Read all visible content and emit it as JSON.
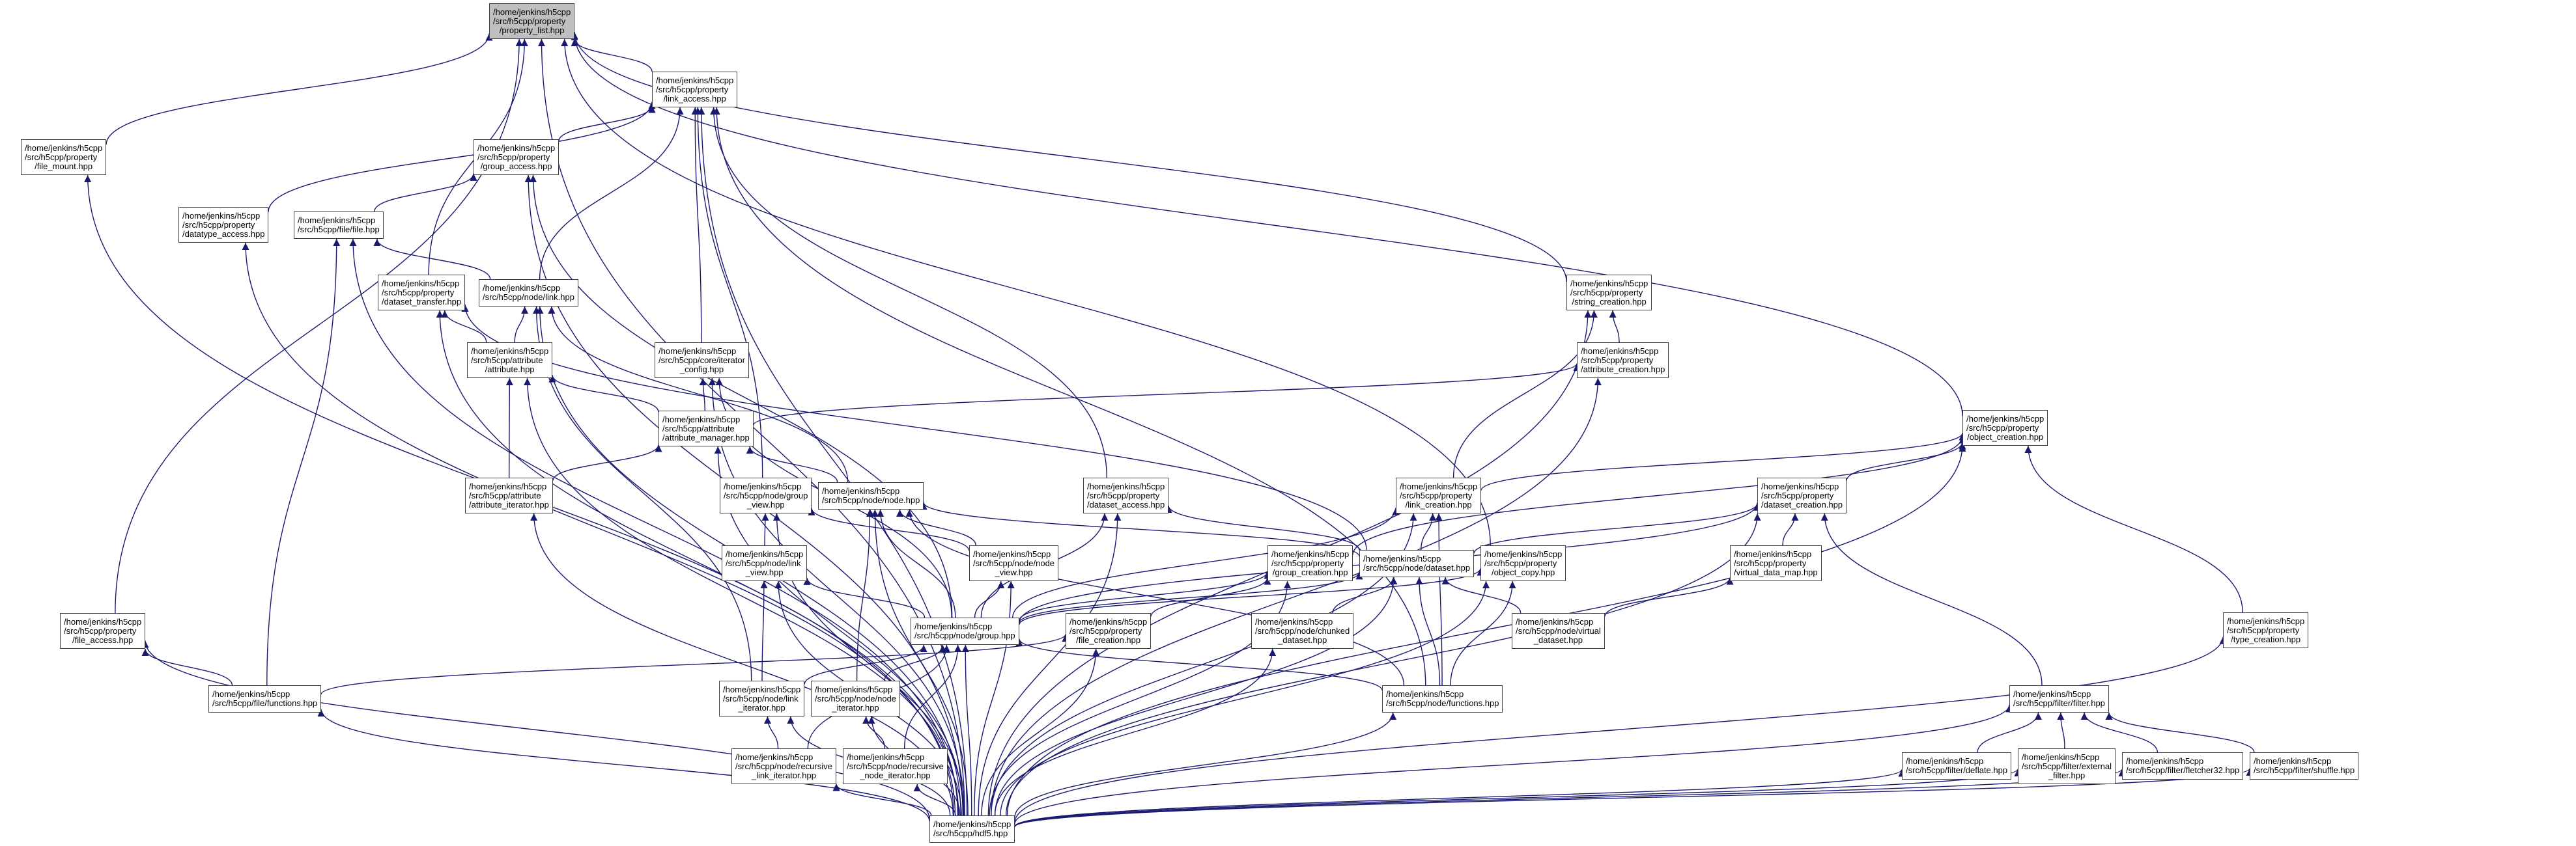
{
  "graph": {
    "edge_color": "#191970",
    "root_fill": "#bfbfbf",
    "nodes": [
      {
        "id": "property_list",
        "lines": [
          "/home/jenkins/h5cpp",
          "/src/h5cpp/property",
          "/property_list.hpp"
        ],
        "root": true
      },
      {
        "id": "link_access",
        "lines": [
          "/home/jenkins/h5cpp",
          "/src/h5cpp/property",
          "/link_access.hpp"
        ]
      },
      {
        "id": "file_mount",
        "lines": [
          "/home/jenkins/h5cpp",
          "/src/h5cpp/property",
          "/file_mount.hpp"
        ]
      },
      {
        "id": "group_access",
        "lines": [
          "/home/jenkins/h5cpp",
          "/src/h5cpp/property",
          "/group_access.hpp"
        ]
      },
      {
        "id": "datatype_access",
        "lines": [
          "/home/jenkins/h5cpp",
          "/src/h5cpp/property",
          "/datatype_access.hpp"
        ]
      },
      {
        "id": "file",
        "lines": [
          "/home/jenkins/h5cpp",
          "/src/h5cpp/file/file.hpp"
        ]
      },
      {
        "id": "dataset_transfer",
        "lines": [
          "/home/jenkins/h5cpp",
          "/src/h5cpp/property",
          "/dataset_transfer.hpp"
        ]
      },
      {
        "id": "link",
        "lines": [
          "/home/jenkins/h5cpp",
          "/src/h5cpp/node/link.hpp"
        ]
      },
      {
        "id": "attribute",
        "lines": [
          "/home/jenkins/h5cpp",
          "/src/h5cpp/attribute",
          "/attribute.hpp"
        ]
      },
      {
        "id": "iterator_config",
        "lines": [
          "/home/jenkins/h5cpp",
          "/src/h5cpp/core/iterator",
          "_config.hpp"
        ]
      },
      {
        "id": "string_creation",
        "lines": [
          "/home/jenkins/h5cpp",
          "/src/h5cpp/property",
          "/string_creation.hpp"
        ]
      },
      {
        "id": "attribute_creation",
        "lines": [
          "/home/jenkins/h5cpp",
          "/src/h5cpp/property",
          "/attribute_creation.hpp"
        ]
      },
      {
        "id": "attribute_manager",
        "lines": [
          "/home/jenkins/h5cpp",
          "/src/h5cpp/attribute",
          "/attribute_manager.hpp"
        ]
      },
      {
        "id": "object_creation",
        "lines": [
          "/home/jenkins/h5cpp",
          "/src/h5cpp/property",
          "/object_creation.hpp"
        ]
      },
      {
        "id": "attribute_iterator",
        "lines": [
          "/home/jenkins/h5cpp",
          "/src/h5cpp/attribute",
          "/attribute_iterator.hpp"
        ]
      },
      {
        "id": "group_view",
        "lines": [
          "/home/jenkins/h5cpp",
          "/src/h5cpp/node/group",
          "_view.hpp"
        ]
      },
      {
        "id": "node",
        "lines": [
          "/home/jenkins/h5cpp",
          "/src/h5cpp/node/node.hpp"
        ]
      },
      {
        "id": "dataset_access",
        "lines": [
          "/home/jenkins/h5cpp",
          "/src/h5cpp/property",
          "/dataset_access.hpp"
        ]
      },
      {
        "id": "link_creation",
        "lines": [
          "/home/jenkins/h5cpp",
          "/src/h5cpp/property",
          "/link_creation.hpp"
        ]
      },
      {
        "id": "dataset_creation",
        "lines": [
          "/home/jenkins/h5cpp",
          "/src/h5cpp/property",
          "/dataset_creation.hpp"
        ]
      },
      {
        "id": "link_view",
        "lines": [
          "/home/jenkins/h5cpp",
          "/src/h5cpp/node/link",
          "_view.hpp"
        ]
      },
      {
        "id": "node_view",
        "lines": [
          "/home/jenkins/h5cpp",
          "/src/h5cpp/node/node",
          "_view.hpp"
        ]
      },
      {
        "id": "group_creation",
        "lines": [
          "/home/jenkins/h5cpp",
          "/src/h5cpp/property",
          "/group_creation.hpp"
        ]
      },
      {
        "id": "dataset",
        "lines": [
          "/home/jenkins/h5cpp",
          "/src/h5cpp/node/dataset.hpp"
        ]
      },
      {
        "id": "object_copy",
        "lines": [
          "/home/jenkins/h5cpp",
          "/src/h5cpp/property",
          "/object_copy.hpp"
        ]
      },
      {
        "id": "virtual_data_map",
        "lines": [
          "/home/jenkins/h5cpp",
          "/src/h5cpp/property",
          "/virtual_data_map.hpp"
        ]
      },
      {
        "id": "file_access",
        "lines": [
          "/home/jenkins/h5cpp",
          "/src/h5cpp/property",
          "/file_access.hpp"
        ]
      },
      {
        "id": "group",
        "lines": [
          "/home/jenkins/h5cpp",
          "/src/h5cpp/node/group.hpp"
        ]
      },
      {
        "id": "file_creation",
        "lines": [
          "/home/jenkins/h5cpp",
          "/src/h5cpp/property",
          "/file_creation.hpp"
        ]
      },
      {
        "id": "chunked_dataset",
        "lines": [
          "/home/jenkins/h5cpp",
          "/src/h5cpp/node/chunked",
          "_dataset.hpp"
        ]
      },
      {
        "id": "virtual_dataset",
        "lines": [
          "/home/jenkins/h5cpp",
          "/src/h5cpp/node/virtual",
          "_dataset.hpp"
        ]
      },
      {
        "id": "type_creation",
        "lines": [
          "/home/jenkins/h5cpp",
          "/src/h5cpp/property",
          "/type_creation.hpp"
        ]
      },
      {
        "id": "file_functions",
        "lines": [
          "/home/jenkins/h5cpp",
          "/src/h5cpp/file/functions.hpp"
        ]
      },
      {
        "id": "link_iterator",
        "lines": [
          "/home/jenkins/h5cpp",
          "/src/h5cpp/node/link",
          "_iterator.hpp"
        ]
      },
      {
        "id": "node_iterator",
        "lines": [
          "/home/jenkins/h5cpp",
          "/src/h5cpp/node/node",
          "_iterator.hpp"
        ]
      },
      {
        "id": "node_functions",
        "lines": [
          "/home/jenkins/h5cpp",
          "/src/h5cpp/node/functions.hpp"
        ]
      },
      {
        "id": "filter",
        "lines": [
          "/home/jenkins/h5cpp",
          "/src/h5cpp/filter/filter.hpp"
        ]
      },
      {
        "id": "recursive_link_iterator",
        "lines": [
          "/home/jenkins/h5cpp",
          "/src/h5cpp/node/recursive",
          "_link_iterator.hpp"
        ]
      },
      {
        "id": "recursive_node_iterator",
        "lines": [
          "/home/jenkins/h5cpp",
          "/src/h5cpp/node/recursive",
          "_node_iterator.hpp"
        ]
      },
      {
        "id": "deflate",
        "lines": [
          "/home/jenkins/h5cpp",
          "/src/h5cpp/filter/deflate.hpp"
        ]
      },
      {
        "id": "external_filter",
        "lines": [
          "/home/jenkins/h5cpp",
          "/src/h5cpp/filter/external",
          "_filter.hpp"
        ]
      },
      {
        "id": "fletcher32",
        "lines": [
          "/home/jenkins/h5cpp",
          "/src/h5cpp/filter/fletcher32.hpp"
        ]
      },
      {
        "id": "shuffle",
        "lines": [
          "/home/jenkins/h5cpp",
          "/src/h5cpp/filter/shuffle.hpp"
        ]
      },
      {
        "id": "hdf5",
        "lines": [
          "/home/jenkins/h5cpp",
          "/src/h5cpp/hdf5.hpp"
        ]
      }
    ],
    "edges": [
      [
        "link_access",
        "property_list"
      ],
      [
        "file_mount",
        "property_list"
      ],
      [
        "group_access",
        "link_access"
      ],
      [
        "datatype_access",
        "link_access"
      ],
      [
        "file",
        "group_access"
      ],
      [
        "dataset_transfer",
        "property_list"
      ],
      [
        "link",
        "link_access"
      ],
      [
        "link",
        "file"
      ],
      [
        "attribute",
        "link"
      ],
      [
        "attribute",
        "dataset_transfer"
      ],
      [
        "iterator_config",
        "link_access"
      ],
      [
        "string_creation",
        "property_list"
      ],
      [
        "attribute_creation",
        "string_creation"
      ],
      [
        "attribute_manager",
        "attribute"
      ],
      [
        "attribute_manager",
        "iterator_config"
      ],
      [
        "attribute_manager",
        "attribute_creation"
      ],
      [
        "object_creation",
        "property_list"
      ],
      [
        "attribute_iterator",
        "attribute"
      ],
      [
        "attribute_iterator",
        "attribute_manager"
      ],
      [
        "group_view",
        "link_access"
      ],
      [
        "node",
        "attribute_manager"
      ],
      [
        "node",
        "link"
      ],
      [
        "dataset_access",
        "link_access"
      ],
      [
        "link_creation",
        "string_creation"
      ],
      [
        "link_creation",
        "object_creation"
      ],
      [
        "dataset_creation",
        "object_creation"
      ],
      [
        "link_view",
        "group_view"
      ],
      [
        "node_view",
        "group_view"
      ],
      [
        "node_view",
        "node"
      ],
      [
        "group_creation",
        "object_creation"
      ],
      [
        "dataset",
        "node"
      ],
      [
        "dataset",
        "dataset_access"
      ],
      [
        "dataset",
        "link_creation"
      ],
      [
        "dataset",
        "dataset_creation"
      ],
      [
        "dataset",
        "dataset_transfer"
      ],
      [
        "object_copy",
        "property_list"
      ],
      [
        "virtual_data_map",
        "dataset_creation"
      ],
      [
        "file_access",
        "property_list"
      ],
      [
        "group",
        "link_view"
      ],
      [
        "group",
        "node_view"
      ],
      [
        "group",
        "node"
      ],
      [
        "group",
        "group_access"
      ],
      [
        "group",
        "group_creation"
      ],
      [
        "group",
        "link_creation"
      ],
      [
        "group",
        "object_copy"
      ],
      [
        "group",
        "dataset"
      ],
      [
        "group",
        "iterator_config"
      ],
      [
        "group",
        "dataset_access"
      ],
      [
        "group",
        "dataset_creation"
      ],
      [
        "file_creation",
        "group_creation"
      ],
      [
        "chunked_dataset",
        "dataset"
      ],
      [
        "virtual_dataset",
        "dataset"
      ],
      [
        "virtual_dataset",
        "virtual_data_map"
      ],
      [
        "type_creation",
        "object_creation"
      ],
      [
        "file_functions",
        "file_access"
      ],
      [
        "file_functions",
        "file"
      ],
      [
        "file_functions",
        "file_creation"
      ],
      [
        "link_iterator",
        "link"
      ],
      [
        "link_iterator",
        "link_view"
      ],
      [
        "link_iterator",
        "group"
      ],
      [
        "node_iterator",
        "node"
      ],
      [
        "node_iterator",
        "group"
      ],
      [
        "node_functions",
        "group"
      ],
      [
        "node_functions",
        "dataset"
      ],
      [
        "node_functions",
        "node"
      ],
      [
        "node_functions",
        "link_access"
      ],
      [
        "node_functions",
        "link_creation"
      ],
      [
        "node_functions",
        "object_copy"
      ],
      [
        "filter",
        "dataset_creation"
      ],
      [
        "recursive_link_iterator",
        "link_iterator"
      ],
      [
        "recursive_link_iterator",
        "group"
      ],
      [
        "recursive_node_iterator",
        "node_iterator"
      ],
      [
        "recursive_node_iterator",
        "group"
      ],
      [
        "deflate",
        "filter"
      ],
      [
        "external_filter",
        "filter"
      ],
      [
        "fletcher32",
        "filter"
      ],
      [
        "shuffle",
        "filter"
      ],
      [
        "hdf5",
        "property_list"
      ],
      [
        "hdf5",
        "link_access"
      ],
      [
        "hdf5",
        "file_mount"
      ],
      [
        "hdf5",
        "group_access"
      ],
      [
        "hdf5",
        "datatype_access"
      ],
      [
        "hdf5",
        "file"
      ],
      [
        "hdf5",
        "dataset_transfer"
      ],
      [
        "hdf5",
        "link"
      ],
      [
        "hdf5",
        "attribute"
      ],
      [
        "hdf5",
        "iterator_config"
      ],
      [
        "hdf5",
        "string_creation"
      ],
      [
        "hdf5",
        "attribute_creation"
      ],
      [
        "hdf5",
        "attribute_manager"
      ],
      [
        "hdf5",
        "object_creation"
      ],
      [
        "hdf5",
        "attribute_iterator"
      ],
      [
        "hdf5",
        "group_view"
      ],
      [
        "hdf5",
        "node"
      ],
      [
        "hdf5",
        "dataset_access"
      ],
      [
        "hdf5",
        "link_creation"
      ],
      [
        "hdf5",
        "dataset_creation"
      ],
      [
        "hdf5",
        "link_view"
      ],
      [
        "hdf5",
        "node_view"
      ],
      [
        "hdf5",
        "group_creation"
      ],
      [
        "hdf5",
        "dataset"
      ],
      [
        "hdf5",
        "object_copy"
      ],
      [
        "hdf5",
        "file_access"
      ],
      [
        "hdf5",
        "group"
      ],
      [
        "hdf5",
        "file_creation"
      ],
      [
        "hdf5",
        "chunked_dataset"
      ],
      [
        "hdf5",
        "type_creation"
      ],
      [
        "hdf5",
        "file_functions"
      ],
      [
        "hdf5",
        "link_iterator"
      ],
      [
        "hdf5",
        "node_iterator"
      ],
      [
        "hdf5",
        "node_functions"
      ],
      [
        "hdf5",
        "filter"
      ],
      [
        "hdf5",
        "recursive_link_iterator"
      ],
      [
        "hdf5",
        "recursive_node_iterator"
      ],
      [
        "hdf5",
        "deflate"
      ],
      [
        "hdf5",
        "external_filter"
      ],
      [
        "hdf5",
        "fletcher32"
      ],
      [
        "hdf5",
        "shuffle"
      ]
    ]
  }
}
